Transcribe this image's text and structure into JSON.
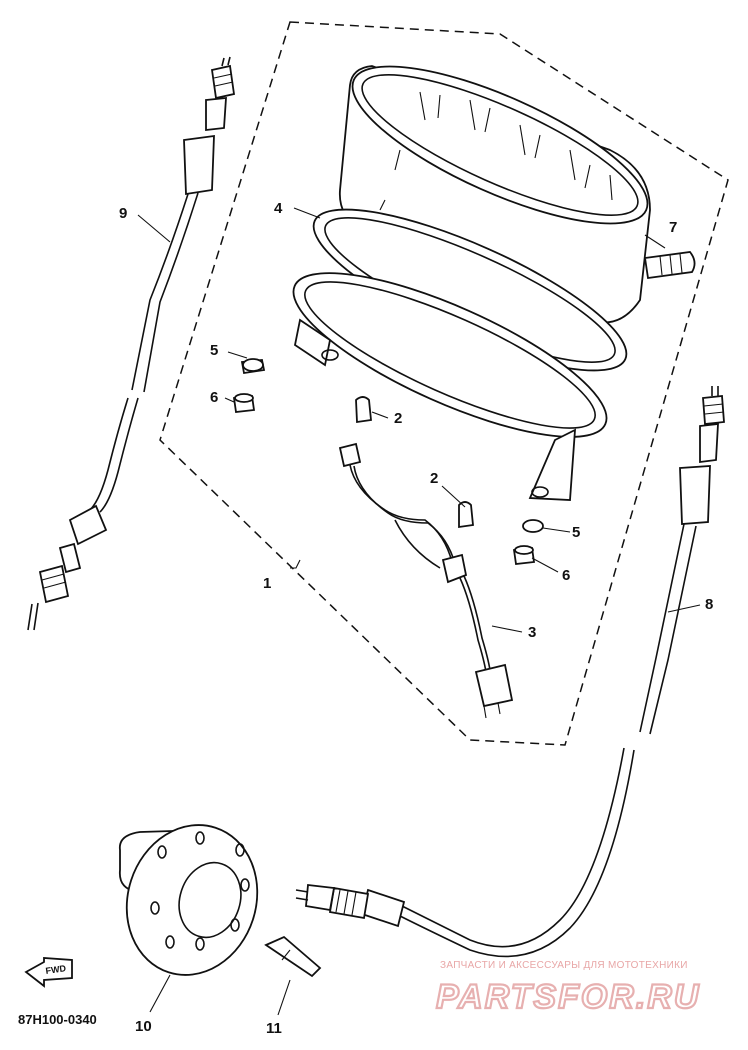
{
  "diagram_code": "87H100-0340",
  "fwd_label": "FWD",
  "callouts": {
    "c1": "1",
    "c2a": "2",
    "c2b": "2",
    "c3": "3",
    "c4": "4",
    "c5a": "5",
    "c5b": "5",
    "c6a": "6",
    "c6b": "6",
    "c7": "7",
    "c8": "8",
    "c9": "9",
    "c10": "10",
    "c11": "11"
  },
  "watermark": {
    "tagline": "ЗАПЧАСТИ И АКСЕССУАРЫ ДЛЯ МОТОТЕХНИКИ",
    "brand": "PARTSFOR.RU"
  }
}
